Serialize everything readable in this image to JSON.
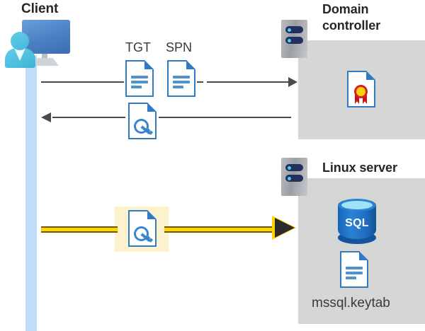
{
  "diagram": {
    "title_client": "Client",
    "title_domain_controller": "Domain controller",
    "title_linux_server": "Linux server",
    "colors": {
      "panel_gray": "#d6d6d6",
      "lifeline_blue": "#bfdcfb",
      "highlight_yellow": "#fdf2cc",
      "arrow_yellow": "#ffd400",
      "arrow_gray": "#4a4a4a",
      "doc_blue": "#2f7cc4",
      "sql_blue": "#2b82d4",
      "seal_red": "#d91f26",
      "seal_gold": "#f5d30b"
    }
  },
  "labels": {
    "tgt": "TGT",
    "spn": "SPN",
    "keytab_file": "mssql.keytab",
    "sql": "SQL"
  },
  "icons": {
    "client": "client-workstation-icon",
    "domain_controller_server": "server-rack-icon",
    "linux_server": "server-rack-icon",
    "tgt_document": "document-icon",
    "spn_document": "document-icon",
    "session_key_document": "key-document-icon",
    "keytab_key_document": "key-document-icon",
    "certificate": "certificate-document-icon",
    "sql_database": "sql-database-icon",
    "keytab_document": "document-icon"
  },
  "flows": [
    {
      "id": "request",
      "direction": "client-to-domain-controller",
      "style": "solid-gray-arrow",
      "carries": [
        "TGT",
        "SPN"
      ]
    },
    {
      "id": "response",
      "direction": "domain-controller-to-client",
      "style": "solid-gray-arrow",
      "carries": [
        "session-key"
      ]
    },
    {
      "id": "authenticate",
      "direction": "client-to-linux-server",
      "style": "highlighted-yellow-arrow",
      "carries": [
        "session-key"
      ]
    }
  ]
}
